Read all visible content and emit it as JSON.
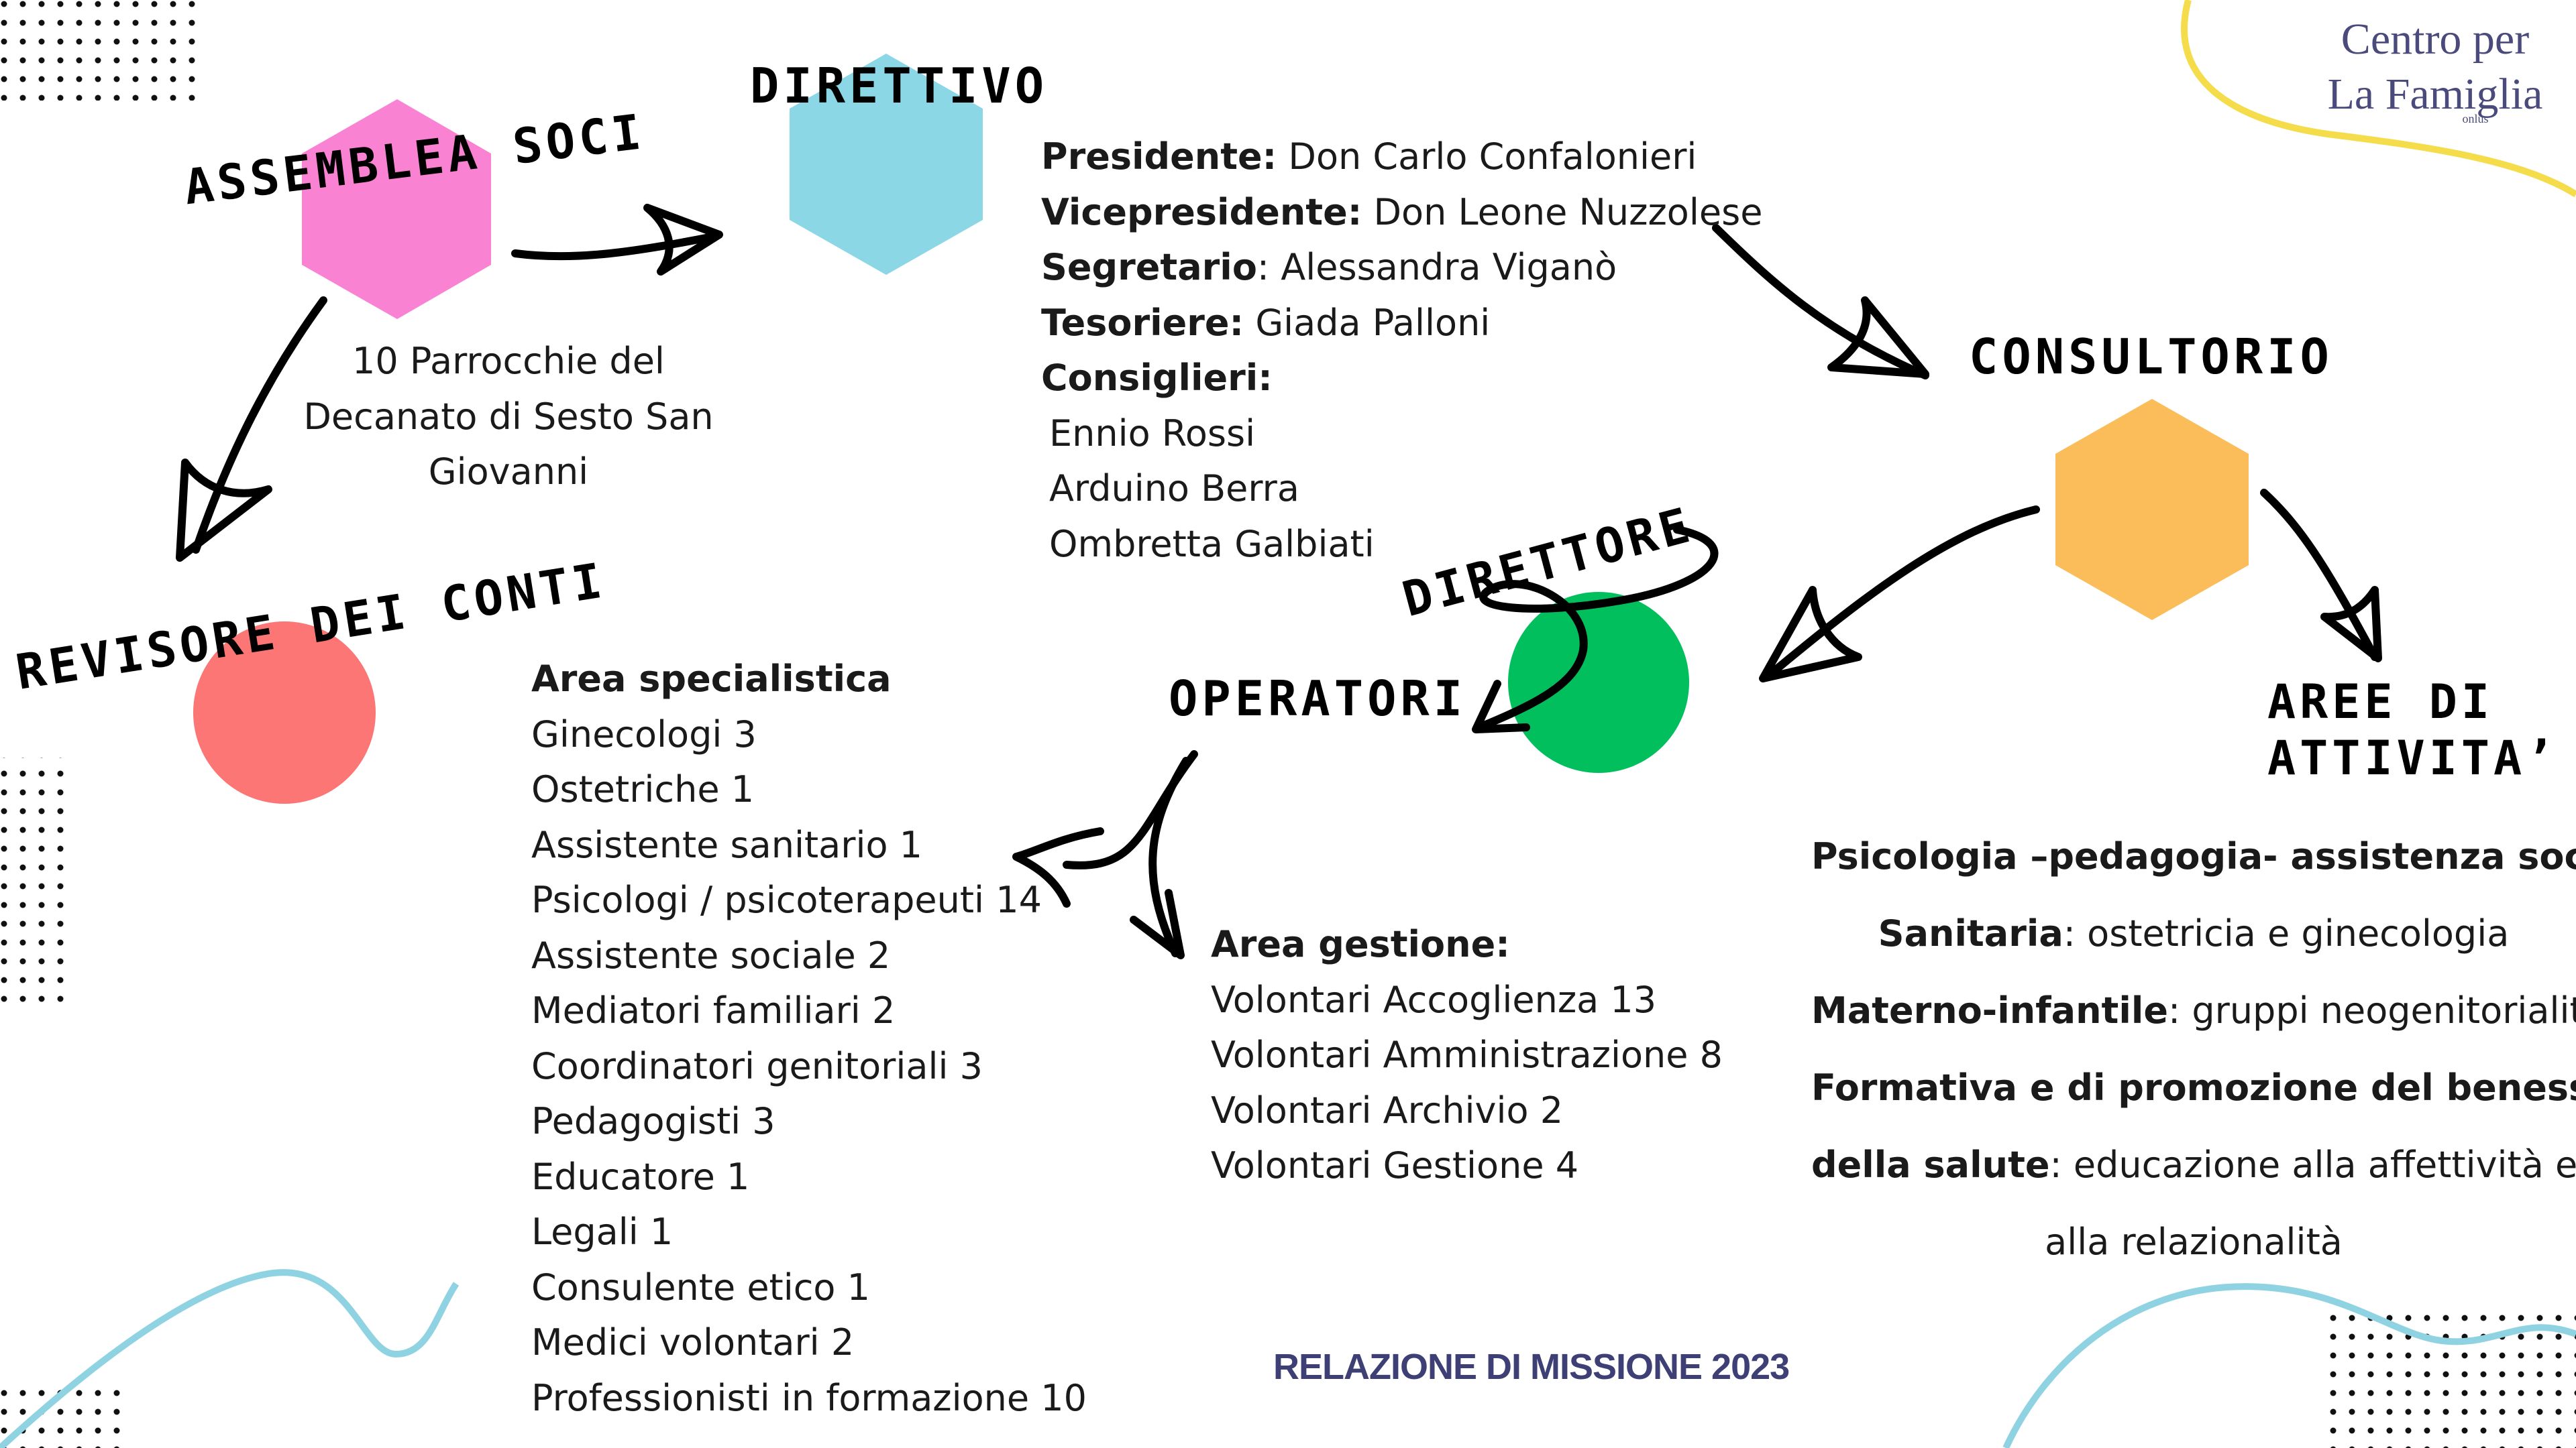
{
  "brand": {
    "line1": "Centro per",
    "line2": "La Famiglia",
    "suffix": "onlus"
  },
  "colors": {
    "assemblea": "#fa82d2",
    "direttivo": "#8bd7e6",
    "consultorio": "#fbbd5a",
    "revisore": "#fb7675",
    "direttore": "#02bf5e",
    "footer": "#3e3f75",
    "accent_yellow": "#f4dc4b",
    "accent_blue": "#8fd3e2"
  },
  "nodes": {
    "assemblea": {
      "title": "ASSEMBLEA SOCI",
      "shape": "hexagon",
      "description": [
        "10 Parrocchie del",
        "Decanato di Sesto San",
        "Giovanni"
      ]
    },
    "direttivo": {
      "title": "DIRETTIVO",
      "shape": "hexagon"
    },
    "revisore": {
      "title": "REVISORE DEI CONTI",
      "shape": "circle"
    },
    "consultorio": {
      "title": "CONSULTORIO",
      "shape": "hexagon"
    },
    "direttore": {
      "title": "DIRETTORE",
      "shape": "circle"
    },
    "operatori": {
      "title": "OPERATORI"
    },
    "aree": {
      "title_line1": "AREE DI",
      "title_line2": "ATTIVITA’"
    }
  },
  "direttivo_members": [
    {
      "role": "Presidente:",
      "name": " Don Carlo Confalonieri"
    },
    {
      "role": "Vicepresidente:",
      "name": " Don Leone Nuzzolese"
    },
    {
      "role": "Segretario",
      "name": ": Alessandra Viganò"
    },
    {
      "role": "Tesoriere:",
      "name": " Giada Palloni"
    },
    {
      "role": "Consiglieri:",
      "name": ""
    }
  ],
  "consiglieri": [
    "Ennio Rossi",
    "Arduino Berra",
    "Ombretta Galbiati"
  ],
  "area_specialistica": {
    "header": "Area specialistica",
    "items": [
      "Ginecologi 3",
      "Ostetriche 1",
      "Assistente sanitario 1",
      "Psicologi / psicoterapeuti 14",
      "Assistente sociale 2",
      "Mediatori familiari 2",
      "Coordinatori genitoriali 3",
      "Pedagogisti 3",
      "Educatore 1",
      "Legali 1",
      "Consulente etico 1",
      "Medici  volontari 2",
      "Professionisti in formazione 10"
    ]
  },
  "area_gestione": {
    "header": "Area gestione:",
    "items": [
      "Volontari Accoglienza 13",
      "Volontari Amministrazione 8",
      "Volontari Archivio 2",
      "Volontari Gestione 4"
    ]
  },
  "aree_attivita": [
    {
      "bold": "Psicologia –pedagogia- assistenza sociale",
      "rest": ""
    },
    {
      "bold": "Sanitaria",
      "rest": ": ostetricia e ginecologia"
    },
    {
      "bold": "Materno-infantile",
      "rest": ": gruppi neogenitorialità"
    },
    {
      "bold": "Formativa e di promozione del benessere",
      "rest": ""
    },
    {
      "bold": "della salute",
      "rest": ": educazione alla affettività e"
    },
    {
      "bold": "",
      "rest": "alla relazionalità"
    }
  ],
  "footer": "RELAZIONE DI MISSIONE 2023"
}
